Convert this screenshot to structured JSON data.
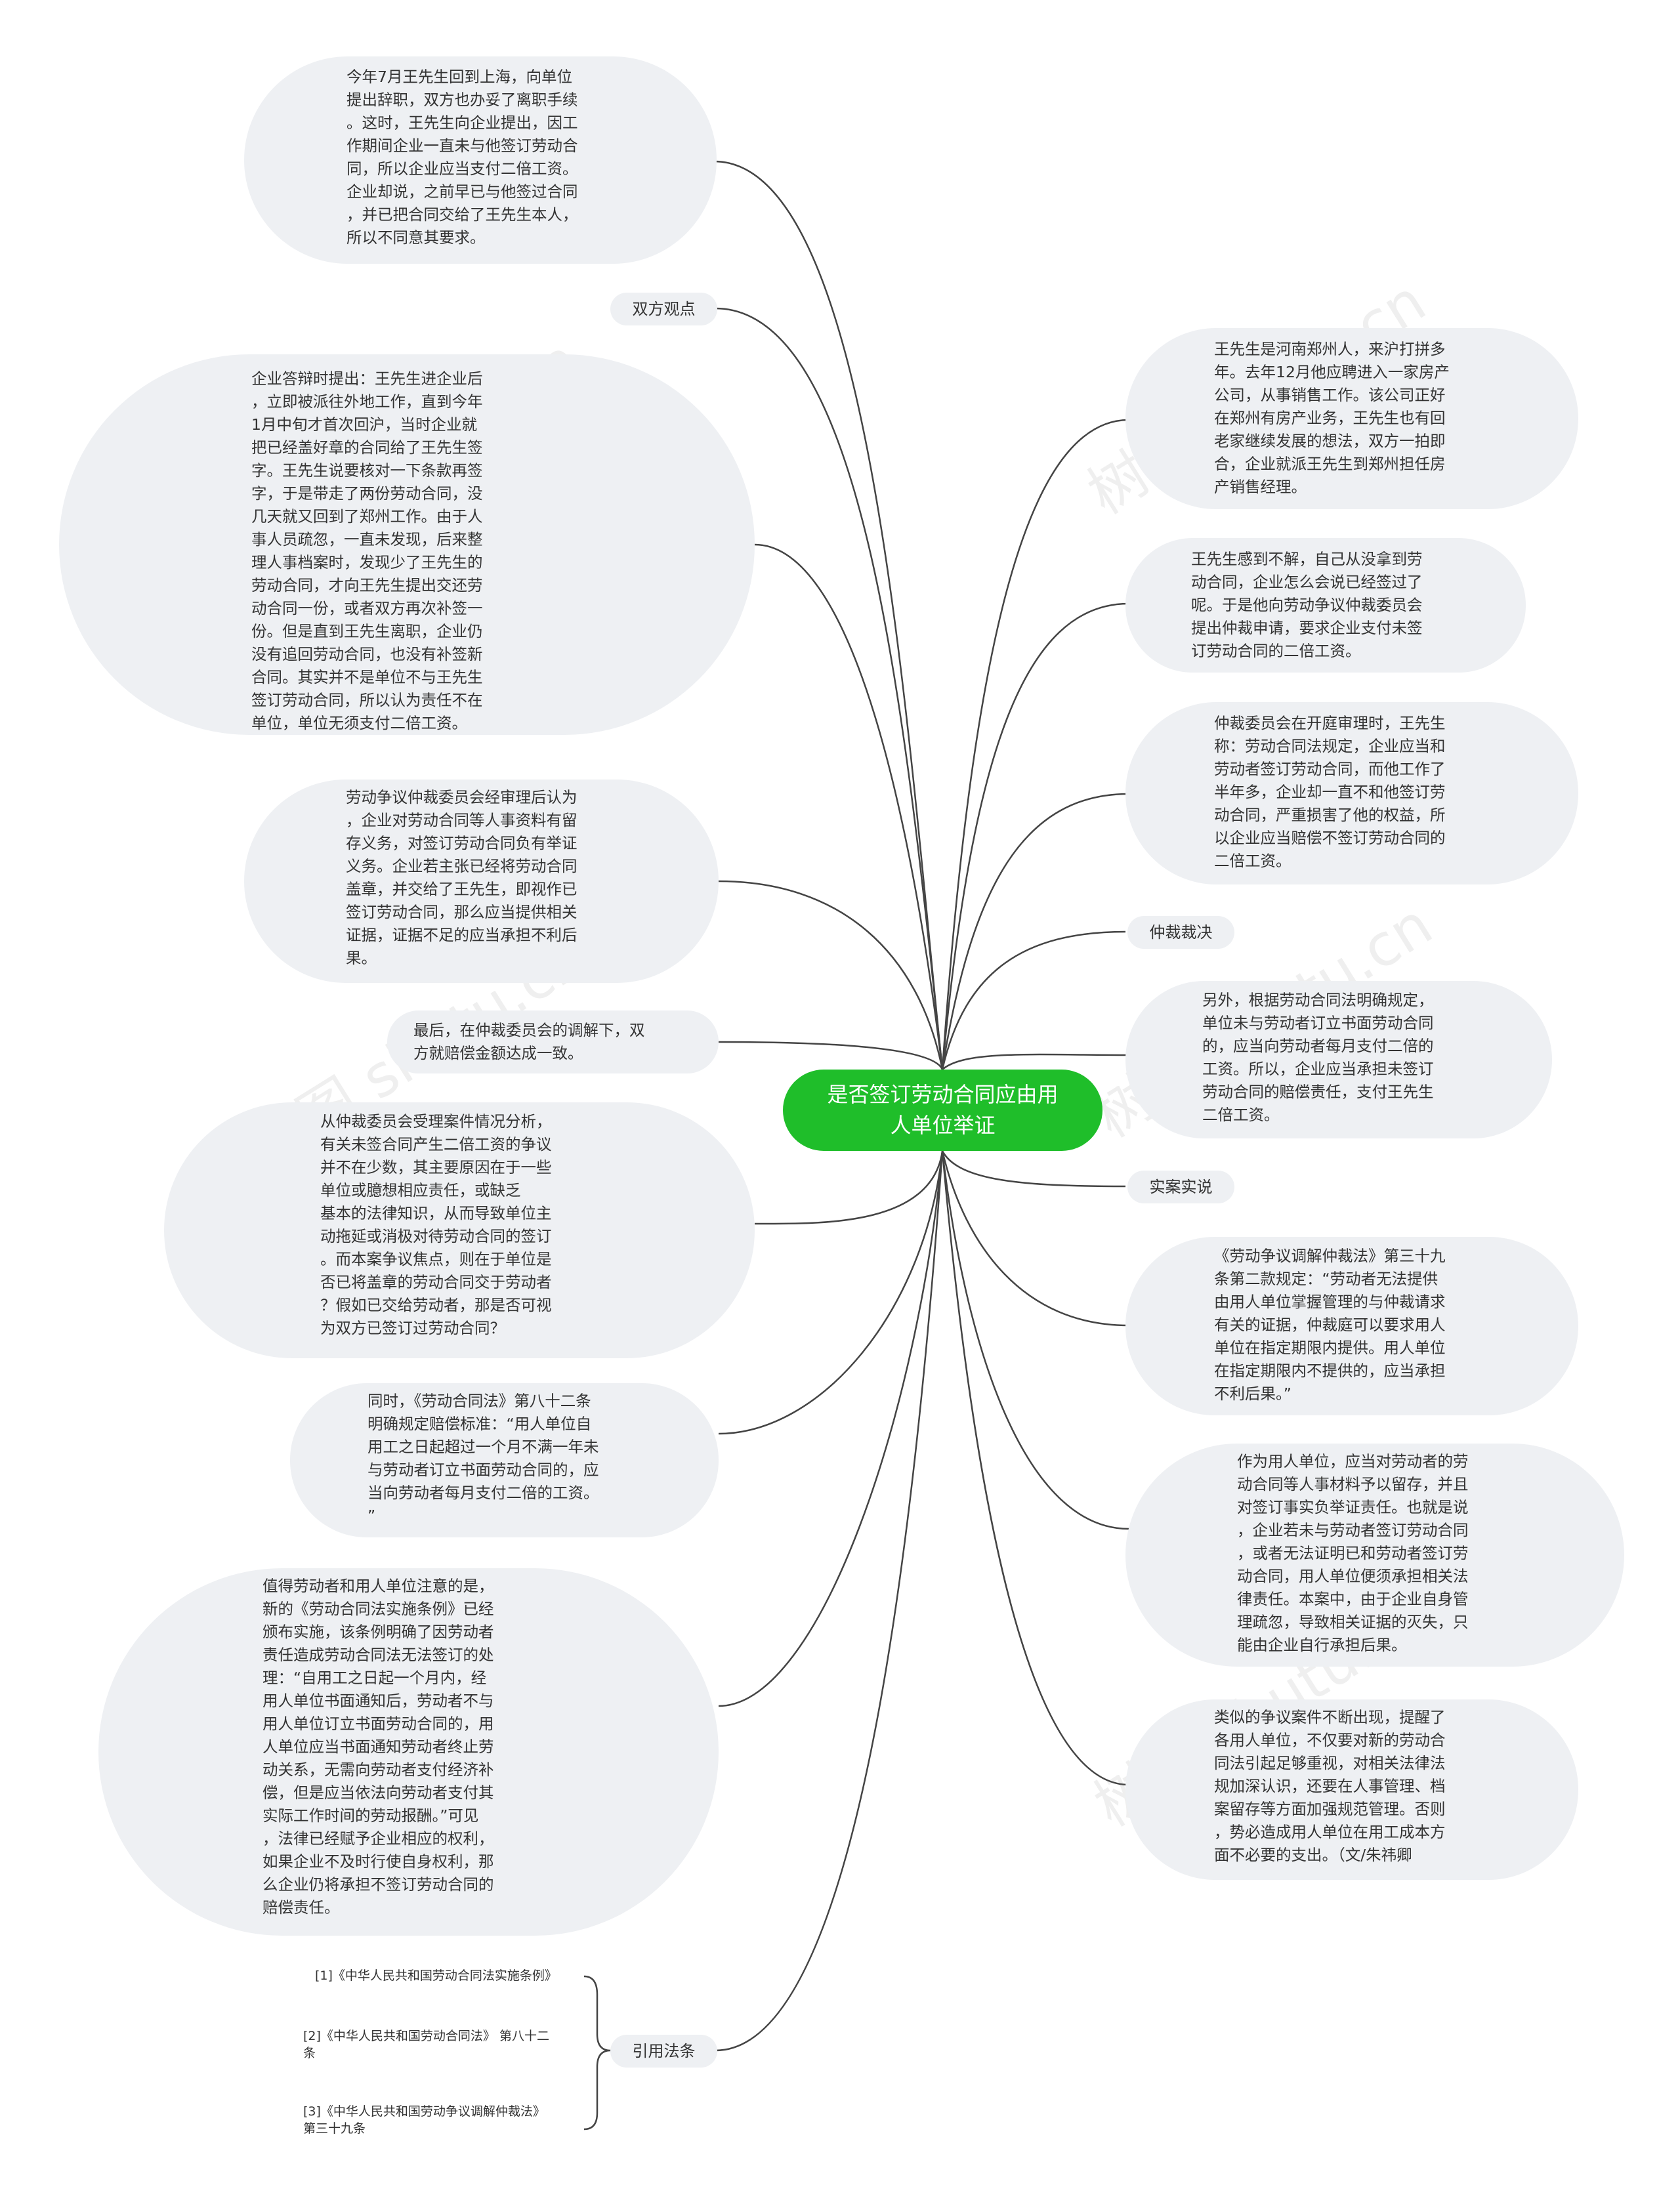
{
  "root": {
    "title": "是否签订劳动合同应由用\n人单位举证"
  },
  "labels": {
    "shuangfang": "双方观点",
    "zhongcai": "仲裁裁决",
    "shian": "实案实说",
    "yinyong": "引用法条"
  },
  "left": {
    "l1": "今年7月王先生回到上海，向单位\n提出辞职，双方也办妥了离职手续\n。这时，王先生向企业提出，因工\n作期间企业一直未与他签订劳动合\n同，所以企业应当支付二倍工资。\n企业却说，之前早已与他签过合同\n，并已把合同交给了王先生本人，\n所以不同意其要求。",
    "l2": "企业答辩时提出：王先生进企业后\n，立即被派往外地工作，直到今年\n1月中旬才首次回沪，当时企业就\n把已经盖好章的合同给了王先生签\n字。王先生说要核对一下条款再签\n字，于是带走了两份劳动合同，没\n几天就又回到了郑州工作。由于人\n事人员疏忽，一直未发现，后来整\n理人事档案时，发现少了王先生的\n劳动合同，才向王先生提出交还劳\n动合同一份，或者双方再次补签一\n份。但是直到王先生离职，企业仍\n没有追回劳动合同，也没有补签新\n合同。其实并不是单位不与王先生\n签订劳动合同，所以认为责任不在\n单位，单位无须支付二倍工资。",
    "l3": "劳动争议仲裁委员会经审理后认为\n，企业对劳动合同等人事资料有留\n存义务，对签订劳动合同负有举证\n义务。企业若主张已经将劳动合同\n盖章，并交给了王先生，即视作已\n签订劳动合同，那么应当提供相关\n证据，证据不足的应当承担不利后\n果。",
    "l4": "最后，在仲裁委员会的调解下，双\n方就赔偿金额达成一致。",
    "l5": "从仲裁委员会受理案件情况分析，\n有关未签合同产生二倍工资的争议\n并不在少数，其主要原因在于一些\n单位或臆想相应责任，或缺乏\n基本的法律知识，从而导致单位主\n动拖延或消极对待劳动合同的签订\n。而本案争议焦点，则在于单位是\n否已将盖章的劳动合同交于劳动者\n？假如已交给劳动者，那是否可视\n为双方已签订过劳动合同？",
    "l6": "同时，《劳动合同法》第八十二条\n明确规定赔偿标准：“用人单位自\n用工之日起超过一个月不满一年未\n与劳动者订立书面劳动合同的，应\n当向劳动者每月支付二倍的工资。\n”",
    "l7": "值得劳动者和用人单位注意的是，\n新的《劳动合同法实施条例》已经\n颁布实施，该条例明确了因劳动者\n责任造成劳动合同法无法签订的处\n理：“自用工之日起一个月内，经\n用人单位书面通知后，劳动者不与\n用人单位订立书面劳动合同的，用\n人单位应当书面通知劳动者终止劳\n动关系，无需向劳动者支付经济补\n偿，但是应当依法向劳动者支付其\n实际工作时间的劳动报酬。”可见\n，法律已经赋予企业相应的权利，\n如果企业不及时行使自身权利，那\n么企业仍将承担不签订劳动合同的\n赔偿责任。"
  },
  "right": {
    "r1": "王先生是河南郑州人，来沪打拼多\n年。去年12月他应聘进入一家房产\n公司，从事销售工作。该公司正好\n在郑州有房产业务，王先生也有回\n老家继续发展的想法，双方一拍即\n合，企业就派王先生到郑州担任房\n产销售经理。",
    "r2": "王先生感到不解，自己从没拿到劳\n动合同，企业怎么会说已经签过了\n呢。于是他向劳动争议仲裁委员会\n提出仲裁申请，要求企业支付未签\n订劳动合同的二倍工资。",
    "r3": "仲裁委员会在开庭审理时，王先生\n称：劳动合同法规定，企业应当和\n劳动者签订劳动合同，而他工作了\n半年多，企业却一直不和他签订劳\n动合同，严重损害了他的权益，所\n以企业应当赔偿不签订劳动合同的\n二倍工资。",
    "r4": "另外，根据劳动合同法明确规定，\n单位未与劳动者订立书面劳动合同\n的，应当向劳动者每月支付二倍的\n工资。所以，企业应当承担未签订\n劳动合同的赔偿责任，支付王先生\n二倍工资。",
    "r5": "《劳动争议调解仲裁法》第三十九\n条第二款规定：“劳动者无法提供\n由用人单位掌握管理的与仲裁请求\n有关的证据，仲裁庭可以要求用人\n单位在指定期限内提供。用人单位\n在指定期限内不提供的，应当承担\n不利后果。”",
    "r6": "作为用人单位，应当对劳动者的劳\n动合同等人事材料予以留存，并且\n对签订事实负举证责任。也就是说\n，企业若未与劳动者签订劳动合同\n，或者无法证明已和劳动者签订劳\n动合同，用人单位便须承担相关法\n律责任。本案中，由于企业自身管\n理疏忽，导致相关证据的灭失，只\n能由企业自行承担后果。",
    "r7": "类似的争议案件不断出现，提醒了\n各用人单位，不仅要对新的劳动合\n同法引起足够重视，对相关法律法\n规加深认识，还要在人事管理、档\n案留存等方面加强规范管理。否则\n，势必造成用人单位在用工成本方\n面不必要的支出。（文/朱祎卿"
  },
  "refs": {
    "ref1": "[1]《中华人民共和国劳动合同法实施条例》",
    "ref2": "[2]《中华人民共和国劳动合同法》 第八十二\n条",
    "ref3": "[3]《中华人民共和国劳动争议调解仲裁法》\n第三十九条"
  },
  "watermark": "树图 shutu.cn",
  "colors": {
    "root": "#1fbe2a",
    "bubble": "#eef0f3",
    "line": "#444444"
  }
}
